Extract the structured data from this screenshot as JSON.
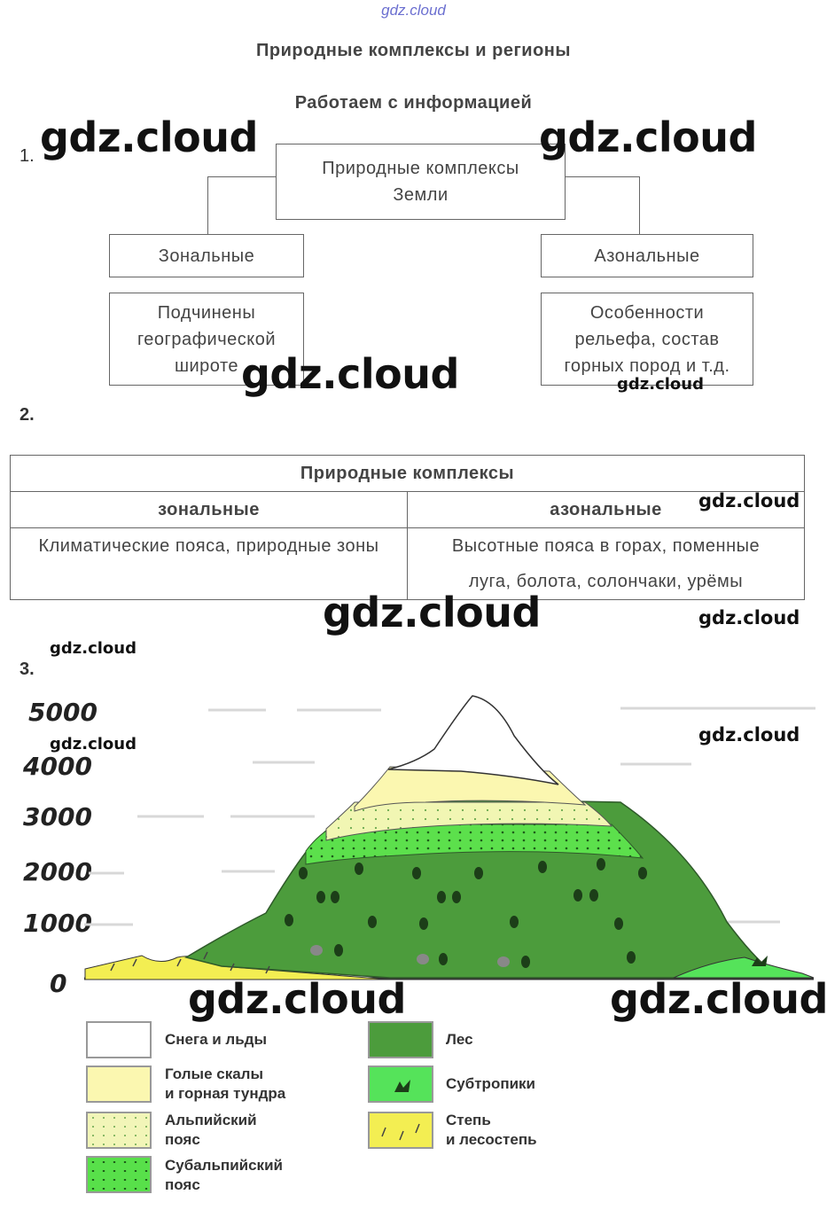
{
  "watermark_top": "gdz.cloud",
  "watermark": "gdz.cloud",
  "heading": "Природные комплексы и регионы",
  "subheading": "Работаем с информацией",
  "task1": {
    "number": "1.",
    "root_line1": "Природные комплексы",
    "root_line2": "Земли",
    "left_title": "Зональные",
    "right_title": "Азональные",
    "left_desc": [
      "Подчинены",
      "географической",
      "широте"
    ],
    "right_desc": [
      "Особенности",
      "рельефа, состав",
      "горных пород и т.д."
    ]
  },
  "task2": {
    "number": "2.",
    "table_title": "Природные комплексы",
    "col_left": "зональные",
    "col_right": "азональные",
    "cell_left": "Климатические пояса, природные зоны",
    "cell_right_line1": "Высотные пояса в горах,  поменные",
    "cell_right_line2": "луга, болота, солончаки, урёмы"
  },
  "task3": {
    "number": "3.",
    "y_ticks": [
      "5000",
      "4000",
      "3000",
      "2000",
      "1000",
      "0"
    ],
    "legend": [
      {
        "line1": "Снега и льды",
        "line2": "",
        "color": "#ffffff"
      },
      {
        "line1": "Голые скалы",
        "line2": "и горная тундра",
        "color": "#fbf7b0"
      },
      {
        "line1": "Альпийский",
        "line2": "пояс",
        "color": "#f2f5b8"
      },
      {
        "line1": "Субальпийский",
        "line2": "пояс",
        "color": "#58e04a"
      },
      {
        "line1": "Лес",
        "line2": "",
        "color": "#4c9c3c"
      },
      {
        "line1": "Субтропики",
        "line2": "",
        "color": "#55e35a"
      },
      {
        "line1": "Степь",
        "line2": "и лесостепь",
        "color": "#f3ee52"
      }
    ]
  }
}
